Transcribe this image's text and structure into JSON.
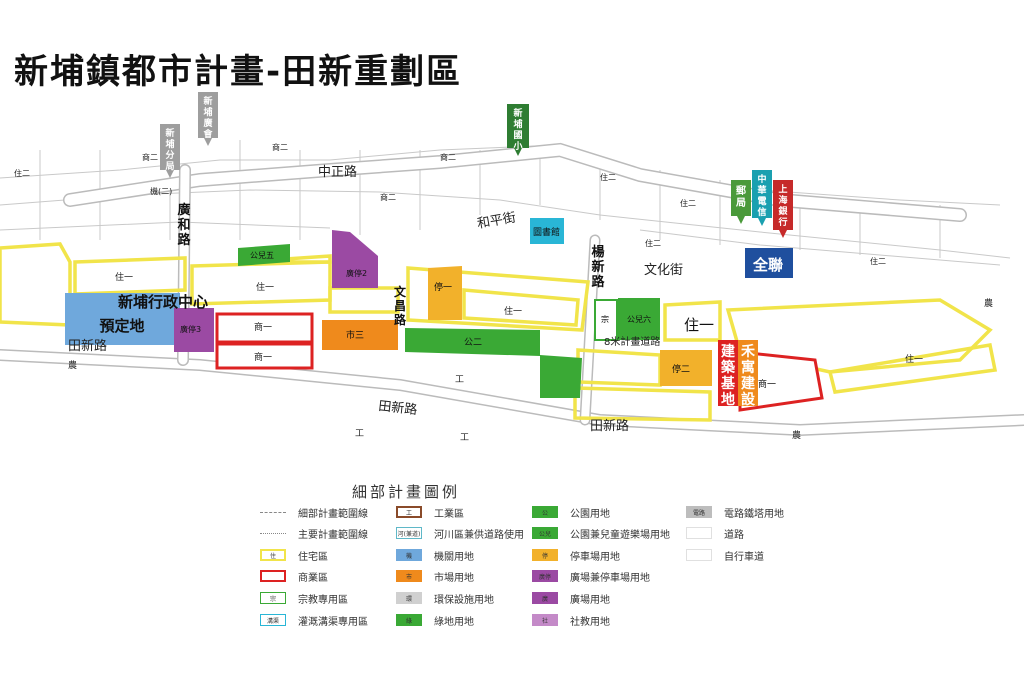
{
  "title": "新埔鎮都市計畫-田新重劃區",
  "colors": {
    "residential": "#f1e44a",
    "commercial": "#dd2222",
    "office": "#6fa8dc",
    "market": "#ef8a1c",
    "plaza": "#9b4aa3",
    "park": "#3aa935",
    "parking": "#f2b12b",
    "library": "#29b6d6",
    "quanlian": "#1f4f9e",
    "post": "#4a9a3a",
    "telecom": "#1aa0b0",
    "bank": "#c62a2a",
    "school": "#2e7d32",
    "police": "#9e9e9e",
    "buuilding_label": "#d4201f"
  },
  "roads": {
    "zhongzheng": "中正路",
    "heping": "和平街",
    "guanghe": "廣和路",
    "wenhua": "文化街",
    "wenchang": "文昌路",
    "yangxin": "楊新路",
    "tianxin_w": "田新路",
    "tianxin_c": "田新路",
    "tianxin_e": "田新路",
    "road8m": "8米計畫道路"
  },
  "markers": {
    "police": "新埔分局",
    "square": "新埔廣會",
    "school": "新埔國小",
    "post": "郵局",
    "telecom": "中華電信",
    "bank": "上海銀行"
  },
  "places": {
    "admin_center": [
      "新埔行政中心",
      "預定地"
    ],
    "library": "圖書館",
    "quanlian": "全聯",
    "site": [
      "建築基地",
      "禾寓建設"
    ]
  },
  "zones": {
    "park5": "公兒五",
    "plaza2": "廣停2",
    "plaza3": "廣停3",
    "market3": "市三",
    "park2": "公二",
    "parking1": "停一",
    "parking2": "停二",
    "park6": "公兒六",
    "religious": "宗",
    "res_big": "住一",
    "com": "商一"
  },
  "map_labels": {
    "shang": "商二",
    "zhu": "住二",
    "ji": "機(二)",
    "gong": "工",
    "nong": "農",
    "zhuyi": "住一",
    "shangyi": "商一"
  },
  "legend": {
    "title": "細部計畫圖例",
    "items": [
      {
        "label": "細部計畫範圍線",
        "swatch": "dash",
        "text": ""
      },
      {
        "label": "主要計畫範圍線",
        "swatch": "dashdot",
        "text": ""
      },
      {
        "label": "住宅區",
        "swatch": "yellow",
        "text": "住"
      },
      {
        "label": "商業區",
        "swatch": "red",
        "text": ""
      },
      {
        "label": "宗教專用區",
        "swatch": "green-outline",
        "text": "宗"
      },
      {
        "label": "灌溉溝渠專用區",
        "swatch": "cyan-outline",
        "text": "溝渠"
      },
      {
        "label": "工業區",
        "swatch": "brown",
        "text": "工"
      },
      {
        "label": "河川區兼供道路使用",
        "swatch": "teal-outline",
        "text": "河(兼道)"
      },
      {
        "label": "機關用地",
        "swatch": "blue",
        "text": "機"
      },
      {
        "label": "市場用地",
        "swatch": "orange",
        "text": "市"
      },
      {
        "label": "環保設施用地",
        "swatch": "gray",
        "text": "環"
      },
      {
        "label": "綠地用地",
        "swatch": "green",
        "text": "綠"
      },
      {
        "label": "公園用地",
        "swatch": "green",
        "text": "公"
      },
      {
        "label": "公園兼兒童遊樂場用地",
        "swatch": "green",
        "text": "公兒"
      },
      {
        "label": "停車場用地",
        "swatch": "amber",
        "text": "停"
      },
      {
        "label": "廣場兼停車場用地",
        "swatch": "purple",
        "text": "廣停"
      },
      {
        "label": "廣場用地",
        "swatch": "purple",
        "text": "廣"
      },
      {
        "label": "社教用地",
        "swatch": "violet",
        "text": "社"
      },
      {
        "label": "電路鐵塔用地",
        "swatch": "lightgray",
        "text": "電路"
      },
      {
        "label": "道路",
        "swatch": "white",
        "text": ""
      },
      {
        "label": "自行車道",
        "swatch": "white",
        "text": ""
      }
    ]
  }
}
